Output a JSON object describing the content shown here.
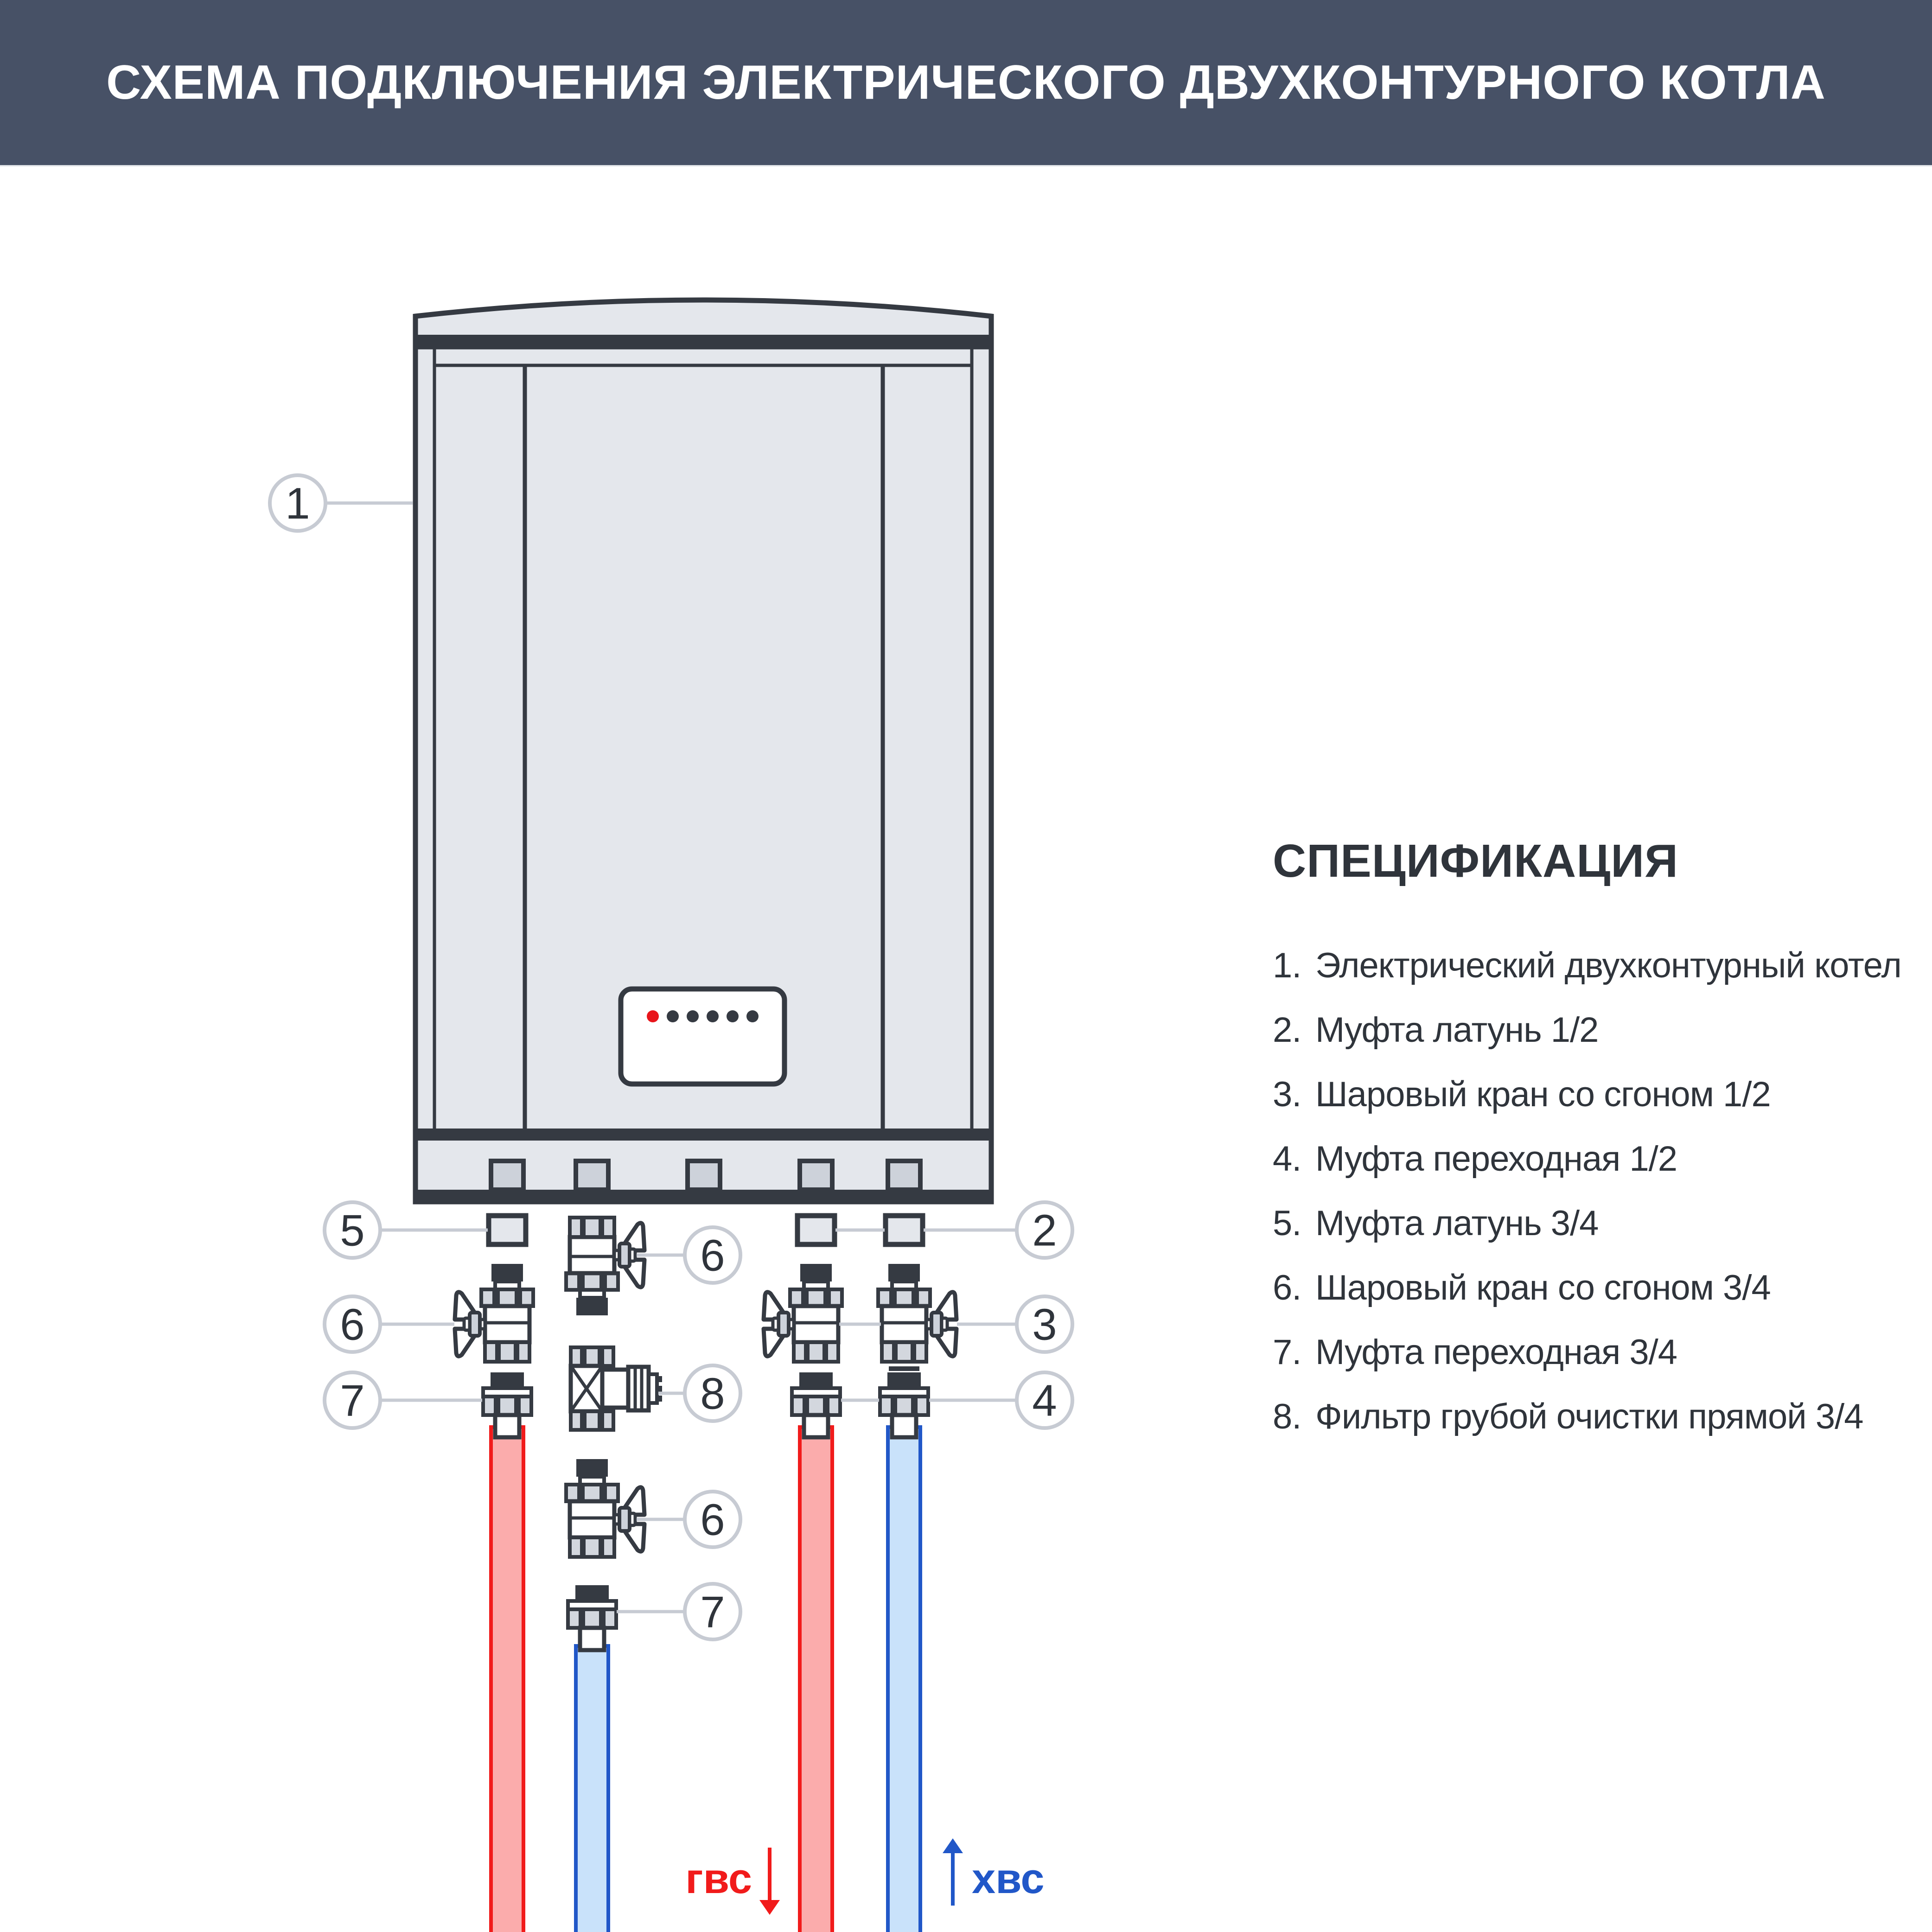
{
  "header": {
    "title": "СХЕМА ПОДКЛЮЧЕНИЯ ЭЛЕКТРИЧЕСКОГО ДВУХКОНТУРНОГО КОТЛА"
  },
  "spec": {
    "heading": "СПЕЦИФИКАЦИЯ",
    "items": [
      {
        "num": "1.",
        "text": "Электрический двухконтурный котел"
      },
      {
        "num": "2.",
        "text": "Муфта латунь 1/2"
      },
      {
        "num": "3.",
        "text": "Шаровый кран со сгоном 1/2"
      },
      {
        "num": "4.",
        "text": "Муфта переходная 1/2"
      },
      {
        "num": "5.",
        "text": "Муфта латунь 3/4"
      },
      {
        "num": "6.",
        "text": "Шаровый кран со сгоном 3/4"
      },
      {
        "num": "7.",
        "text": "Муфта переходная 3/4"
      },
      {
        "num": "8.",
        "text": "Фильтр грубой очистки прямой 3/4"
      }
    ]
  },
  "callouts": [
    {
      "number": "1",
      "target": "boiler"
    },
    {
      "number": "5",
      "target": "brass-coupling-3-4-left"
    },
    {
      "number": "6",
      "target": "ball-valve-3-4-left"
    },
    {
      "number": "7",
      "target": "transition-coupling-3-4-left"
    },
    {
      "number": "6",
      "target": "ball-valve-3-4-middle-upper"
    },
    {
      "number": "8",
      "target": "strainer-filter-3-4"
    },
    {
      "number": "6",
      "target": "ball-valve-3-4-middle-lower"
    },
    {
      "number": "7",
      "target": "transition-coupling-3-4-middle"
    },
    {
      "number": "2",
      "target": "brass-coupling-1-2-right"
    },
    {
      "number": "3",
      "target": "ball-valve-1-2-right"
    },
    {
      "number": "4",
      "target": "transition-coupling-1-2-right"
    }
  ],
  "flow_labels": {
    "hot": "гвс",
    "cold": "хвс"
  },
  "colors": {
    "header": "#475166",
    "outline": "#353A42",
    "boiler": "#E4E7EC",
    "stub": "#CDD2DA",
    "stripe": "#D3D7DE",
    "callline": "#C7CBD3",
    "text": "#2F343B",
    "hotS": "#F11B1B",
    "hotF": "#FBACAC",
    "coldS": "#2157C8",
    "coldF": "#C9E2FA",
    "led": "#E8151B"
  }
}
